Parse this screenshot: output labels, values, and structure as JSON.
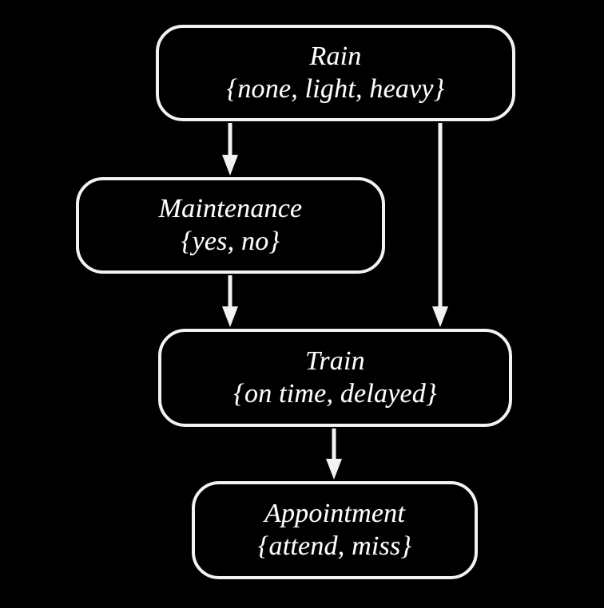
{
  "diagram": {
    "type": "bayesian-network",
    "background_color": "#000000",
    "node_border_color": "#f2f2f2",
    "text_color": "#ffffff",
    "arrow_color": "#f2f2f2",
    "nodes": [
      {
        "id": "rain",
        "title": "Rain",
        "states": "{none, light, heavy}",
        "state_list": [
          "none",
          "light",
          "heavy"
        ]
      },
      {
        "id": "maintenance",
        "title": "Maintenance",
        "states": "{yes, no}",
        "state_list": [
          "yes",
          "no"
        ]
      },
      {
        "id": "train",
        "title": "Train",
        "states": "{on time, delayed}",
        "state_list": [
          "on time",
          "delayed"
        ]
      },
      {
        "id": "appointment",
        "title": "Appointment",
        "states": "{attend, miss}",
        "state_list": [
          "attend",
          "miss"
        ]
      }
    ],
    "edges": [
      {
        "id": "rain-to-maintenance",
        "from": "rain",
        "to": "maintenance"
      },
      {
        "id": "rain-to-train",
        "from": "rain",
        "to": "train"
      },
      {
        "id": "maintenance-to-train",
        "from": "maintenance",
        "to": "train"
      },
      {
        "id": "train-to-appointment",
        "from": "train",
        "to": "appointment"
      }
    ]
  }
}
